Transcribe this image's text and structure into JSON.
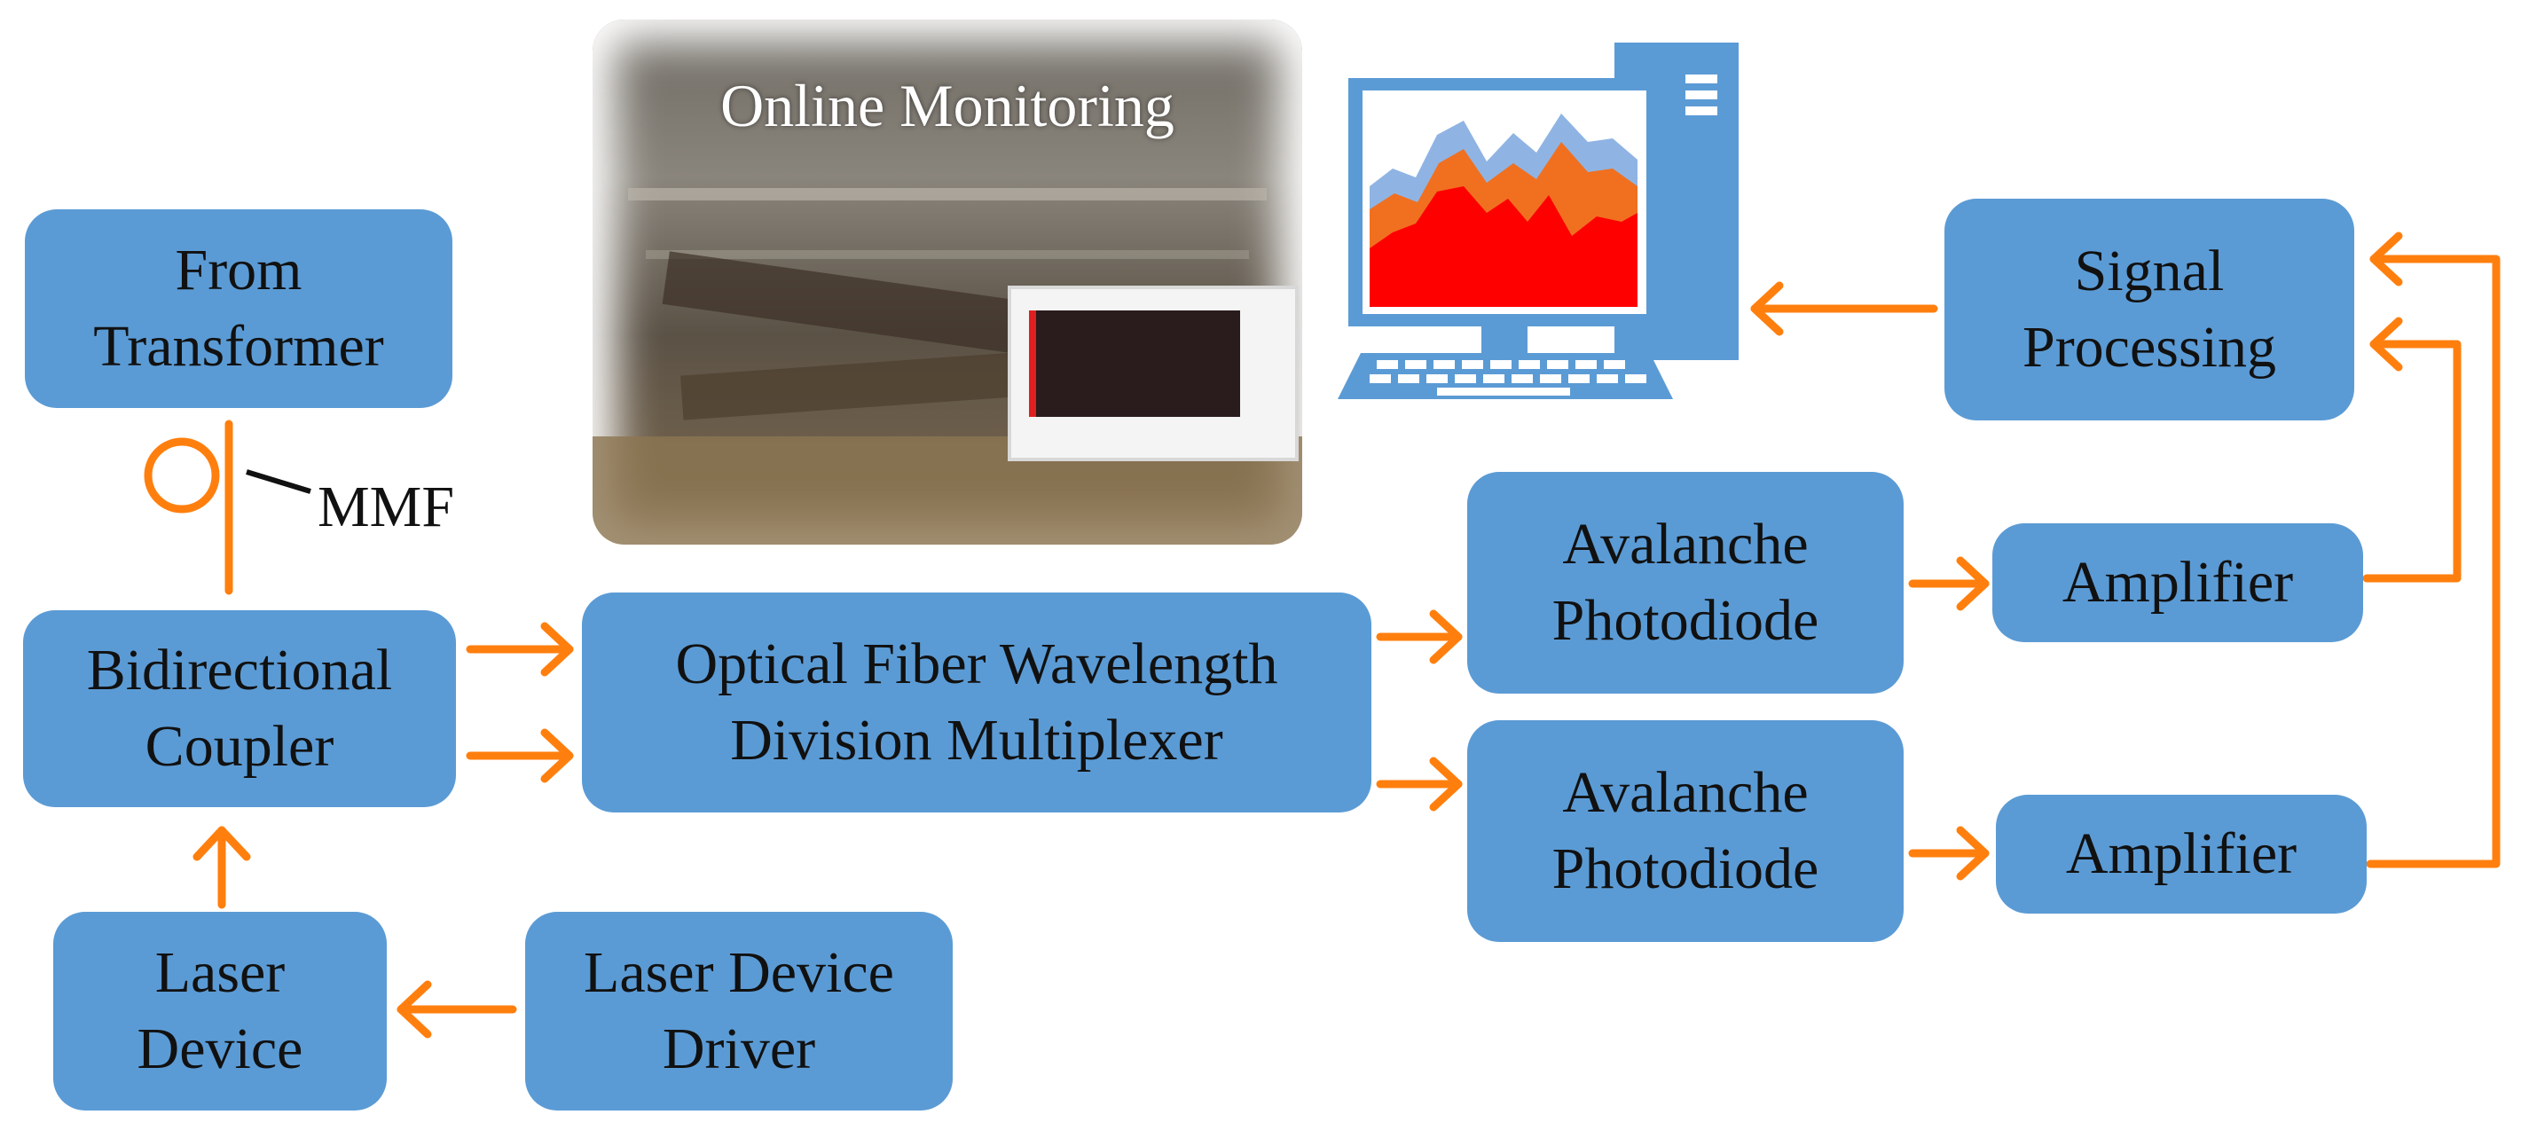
{
  "colors": {
    "box_fill": "#5b9bd5",
    "arrow": "#ff7f0e",
    "chart_blue": "#8fb4e3",
    "chart_orange": "#f07020",
    "chart_red": "#ff0000"
  },
  "nodes": {
    "from_transformer": "From\nTransformer",
    "bidirectional_coupler": "Bidirectional\nCoupler",
    "laser_device": "Laser\nDevice",
    "laser_device_driver": "Laser Device\nDriver",
    "wdm": "Optical Fiber Wavelength\nDivision Multiplexer",
    "apd_top": "Avalanche\nPhotodiode",
    "apd_bottom": "Avalanche\nPhotodiode",
    "amp_top": "Amplifier",
    "amp_bottom": "Amplifier",
    "signal_processing": "Signal\nProcessing"
  },
  "labels": {
    "mmf": "MMF",
    "online_monitoring": "Online Monitoring"
  },
  "icons": {
    "computer": "desktop-computer-icon",
    "fiber_loop": "fiber-coil-icon",
    "photo": "substation-monitoring-photo"
  },
  "edges": [
    {
      "from": "laser_device_driver",
      "to": "laser_device"
    },
    {
      "from": "laser_device",
      "to": "bidirectional_coupler"
    },
    {
      "from": "bidirectional_coupler",
      "to": "from_transformer",
      "label": "MMF"
    },
    {
      "from": "bidirectional_coupler",
      "to": "wdm"
    },
    {
      "from": "bidirectional_coupler",
      "to": "wdm"
    },
    {
      "from": "wdm",
      "to": "apd_top"
    },
    {
      "from": "wdm",
      "to": "apd_bottom"
    },
    {
      "from": "apd_top",
      "to": "amp_top"
    },
    {
      "from": "apd_bottom",
      "to": "amp_bottom"
    },
    {
      "from": "amp_top",
      "to": "signal_processing"
    },
    {
      "from": "amp_bottom",
      "to": "signal_processing"
    },
    {
      "from": "signal_processing",
      "to": "computer"
    }
  ]
}
